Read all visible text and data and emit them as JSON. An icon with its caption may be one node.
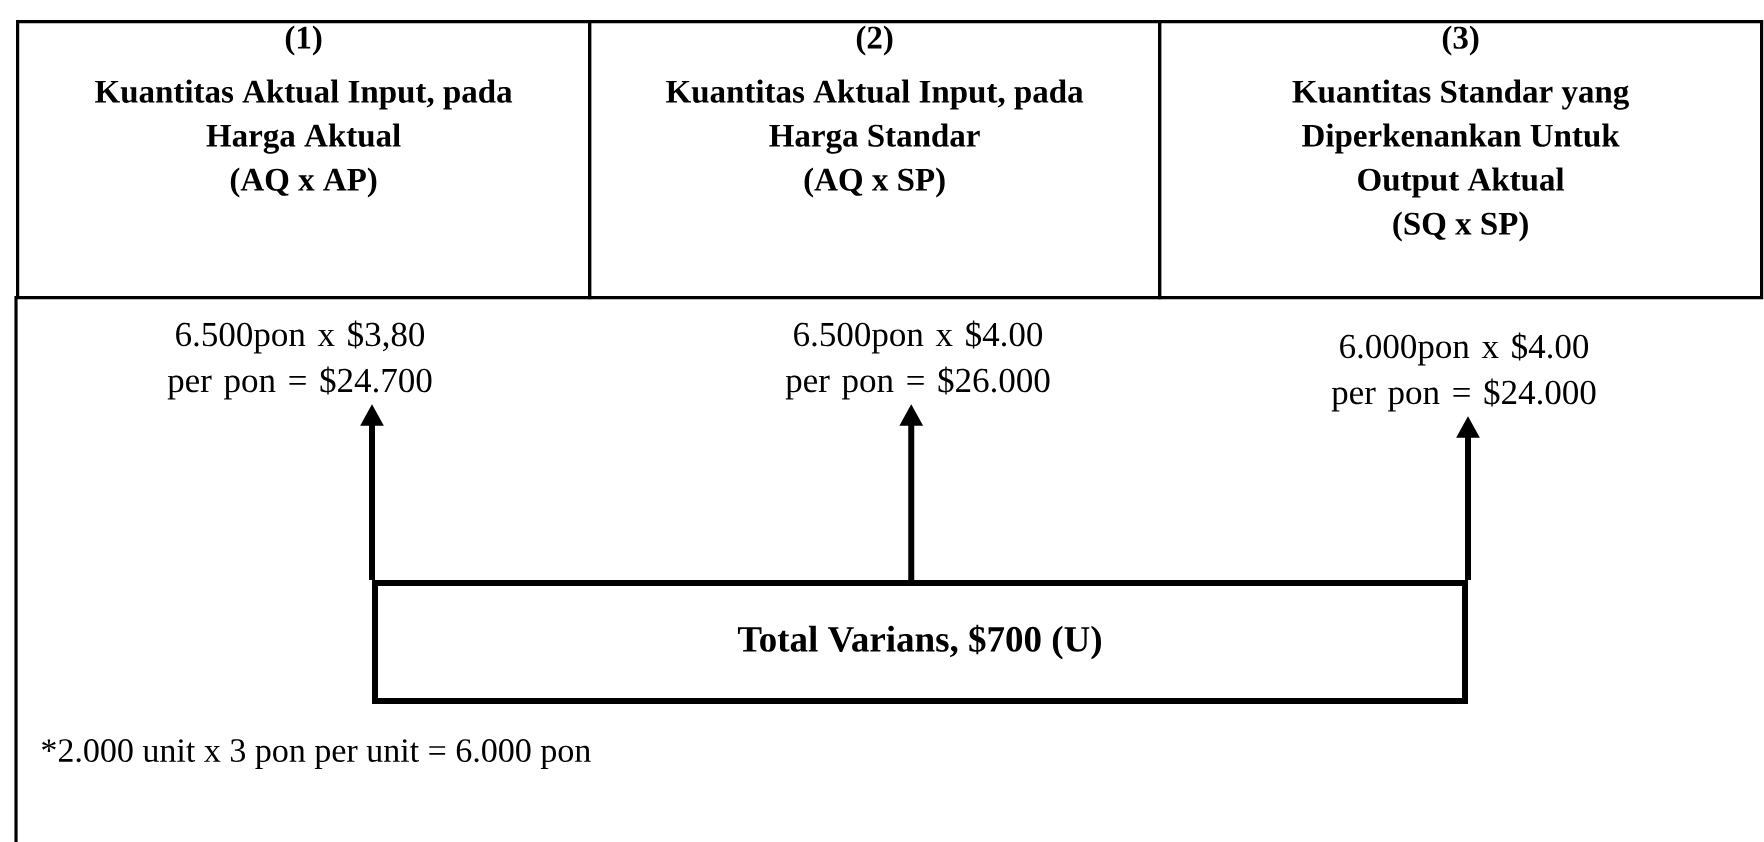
{
  "diagram": {
    "nodes": [
      {
        "text": [
          "(1)",
          "Kuantitas Aktual Input, pada Harga Aktual",
          "(AQ x AP)"
        ]
      },
      {
        "text": [
          "(2)",
          "Kuantitas Aktual Input, pada Harga Standar",
          "(AQ x SP)"
        ]
      },
      {
        "text": [
          "(3)",
          "Kuantitas Standar yang Diperkenankan Untuk Output Aktual",
          "(SQ x SP)"
        ]
      },
      {
        "text": [
          "6.500pon x $3,80 per pon = $24.700"
        ]
      },
      {
        "text": [
          "6.500pon x $4.00 per pon = $26.000"
        ]
      },
      {
        "text": [
          "6.000pon x $4.00 per pon = $24.000"
        ]
      },
      {
        "text": [
          "Total Varians, $700 (U)"
        ]
      }
    ],
    "edges": [
      {
        "from": 6,
        "to": 3,
        "arrow": "to"
      },
      {
        "from": 6,
        "to": 4,
        "arrow": "to"
      },
      {
        "from": 6,
        "to": 5,
        "arrow": "to"
      }
    ],
    "labels": [
      "*2.000 unit x 3 pon per unit = 6.000 pon"
    ]
  }
}
